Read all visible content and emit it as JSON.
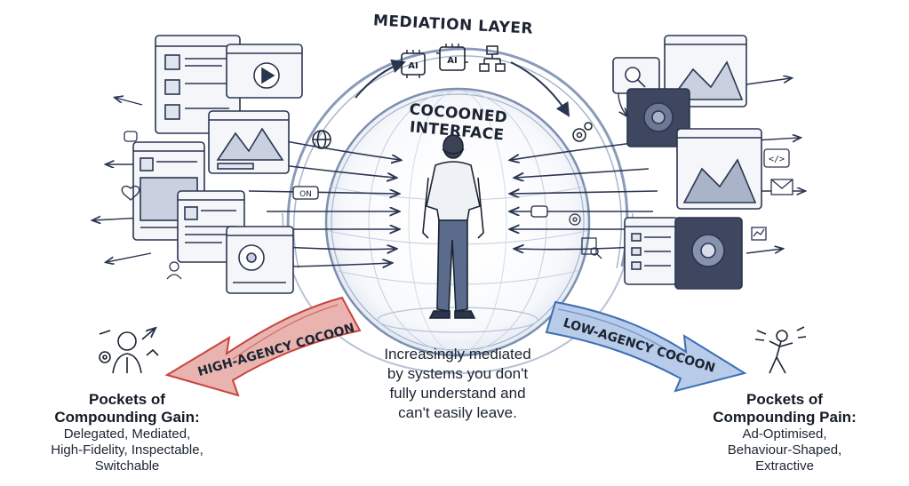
{
  "diagram": {
    "mediation_layer_label": "MEDIATION LAYER",
    "cocooned_interface_label": "COCOONED INTERFACE",
    "center_text": [
      "Increasingly mediated",
      "by systems you don't",
      "fully understand and",
      "can't easily leave."
    ],
    "left_arrow_label": "HIGH-AGENCY COCOON",
    "right_arrow_label": "LOW-AGENCY COCOON",
    "left_heading": [
      "Pockets of",
      "Compounding Gain:"
    ],
    "left_description": [
      "Delegated, Mediated,",
      "High-Fidelity, Inspectable,",
      "Switchable"
    ],
    "right_heading": [
      "Pockets of",
      "Compounding Pain:"
    ],
    "right_description": [
      "Ad-Optimised,",
      "Behaviour-Shaped,",
      "Extractive"
    ],
    "icon_labels": {
      "ai_chip_1": "AI",
      "ai_chip_2": "AI",
      "on_toggle": "ON",
      "code_icon": "</>"
    },
    "colors": {
      "ink": "#1c2432",
      "sphere": "#7d8fb0",
      "left_arrow": "#c8433d",
      "right_arrow": "#3b6fb6"
    }
  }
}
